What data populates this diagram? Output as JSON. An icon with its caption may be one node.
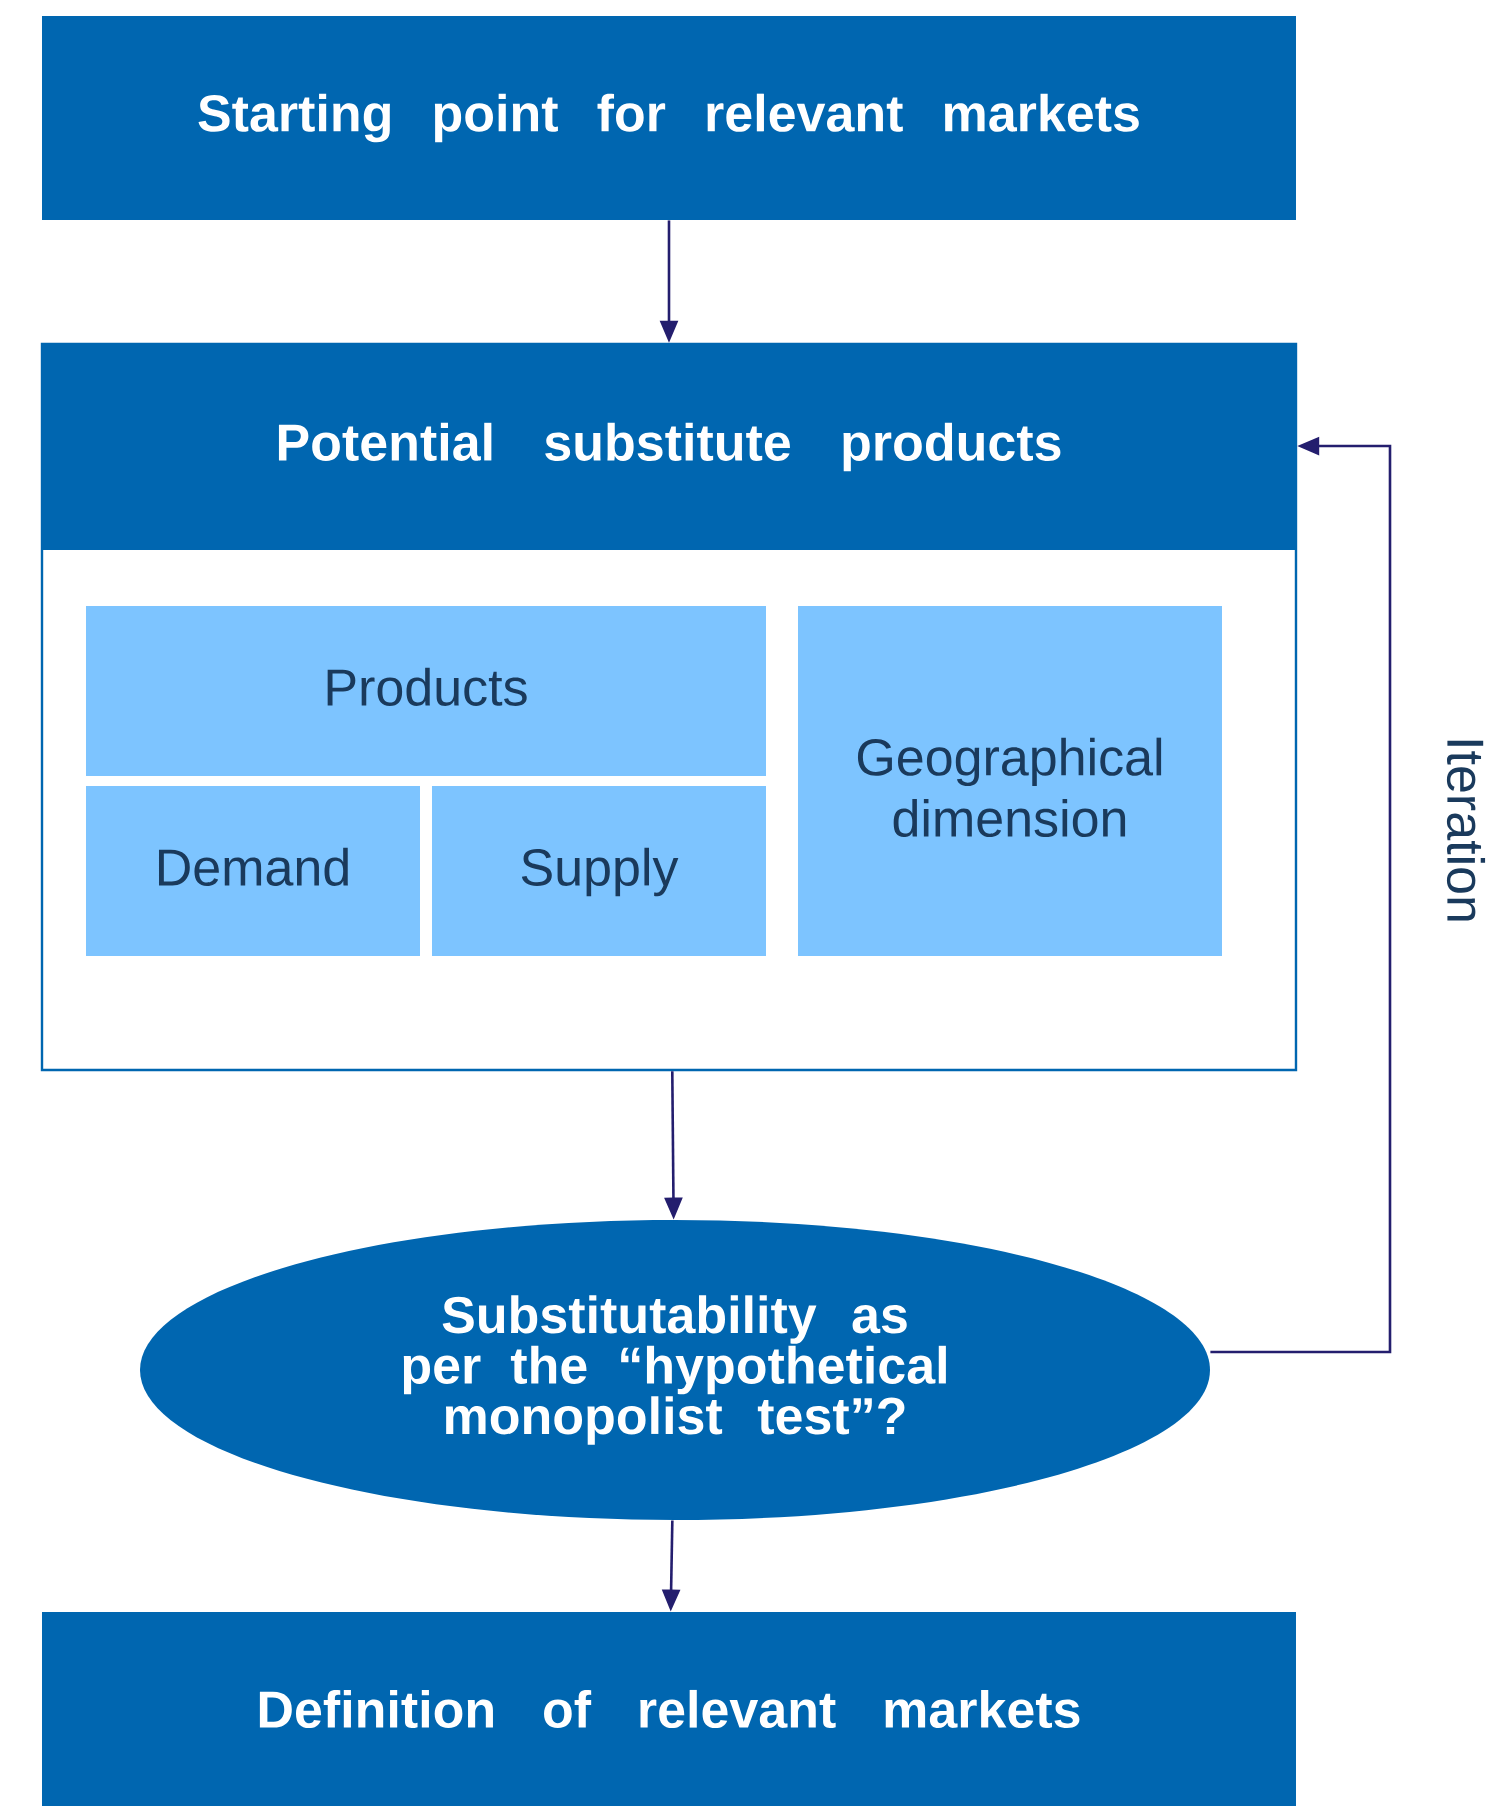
{
  "diagram": {
    "nodes": [
      {
        "text": [
          "Starting point for relevant markets"
        ]
      },
      {
        "text": [
          "Potential substitute products"
        ]
      },
      {
        "text": [
          "Products"
        ],
        "in": 1
      },
      {
        "text": [
          "Demand"
        ],
        "in": 1
      },
      {
        "text": [
          "Supply"
        ],
        "in": 1
      },
      {
        "text": [
          "Geographical dimension"
        ],
        "in": 1
      },
      {
        "text": [
          "Substitutability as per the “hypothetical monopolist test”?"
        ]
      },
      {
        "text": [
          "Definition of relevant markets"
        ]
      }
    ],
    "edges": [
      {
        "from": 0,
        "to": 1,
        "arrow": "to"
      },
      {
        "from": 1,
        "to": 6,
        "arrow": "to"
      },
      {
        "from": 6,
        "to": 1,
        "arrow": "to",
        "label": "Iteration"
      },
      {
        "from": 6,
        "to": 7,
        "arrow": "to"
      }
    ]
  }
}
